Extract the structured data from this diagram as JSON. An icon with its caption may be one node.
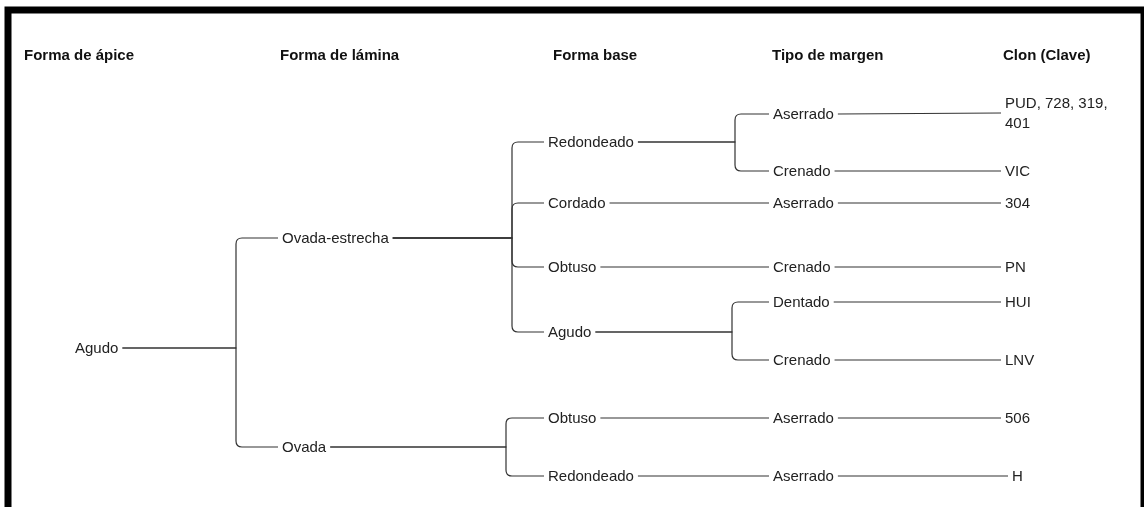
{
  "diagram": {
    "nodes": [
      {
        "text": [
          "Agudo"
        ]
      },
      {
        "text": [
          "Ovada-estrecha"
        ]
      },
      {
        "text": [
          "Ovada"
        ]
      },
      {
        "text": [
          "Redondeado"
        ]
      },
      {
        "text": [
          "Cordado"
        ]
      },
      {
        "text": [
          "Obtuso"
        ]
      },
      {
        "text": [
          "Agudo"
        ]
      },
      {
        "text": [
          "Obtuso"
        ]
      },
      {
        "text": [
          "Redondeado"
        ]
      },
      {
        "text": [
          "Aserrado"
        ]
      },
      {
        "text": [
          "Crenado"
        ]
      },
      {
        "text": [
          "Aserrado"
        ]
      },
      {
        "text": [
          "Crenado"
        ]
      },
      {
        "text": [
          "Dentado"
        ]
      },
      {
        "text": [
          "Crenado"
        ]
      },
      {
        "text": [
          "Aserrado"
        ]
      },
      {
        "text": [
          "Aserrado"
        ]
      },
      {
        "text": [
          "PUD, 728, 319, 401"
        ]
      },
      {
        "text": [
          "VIC"
        ]
      },
      {
        "text": [
          "304"
        ]
      },
      {
        "text": [
          "PN"
        ]
      },
      {
        "text": [
          "HUI"
        ]
      },
      {
        "text": [
          "LNV"
        ]
      },
      {
        "text": [
          "506"
        ]
      },
      {
        "text": [
          "H"
        ]
      }
    ],
    "edges": [
      {
        "from": 0,
        "to": 1,
        "arrow": "none"
      },
      {
        "from": 0,
        "to": 2,
        "arrow": "none"
      },
      {
        "from": 1,
        "to": 3,
        "arrow": "none"
      },
      {
        "from": 1,
        "to": 4,
        "arrow": "none"
      },
      {
        "from": 1,
        "to": 5,
        "arrow": "none"
      },
      {
        "from": 1,
        "to": 6,
        "arrow": "none"
      },
      {
        "from": 2,
        "to": 7,
        "arrow": "none"
      },
      {
        "from": 2,
        "to": 8,
        "arrow": "none"
      },
      {
        "from": 3,
        "to": 9,
        "arrow": "none"
      },
      {
        "from": 3,
        "to": 10,
        "arrow": "none"
      },
      {
        "from": 4,
        "to": 11,
        "arrow": "none"
      },
      {
        "from": 5,
        "to": 12,
        "arrow": "none"
      },
      {
        "from": 6,
        "to": 13,
        "arrow": "none"
      },
      {
        "from": 6,
        "to": 14,
        "arrow": "none"
      },
      {
        "from": 7,
        "to": 15,
        "arrow": "none"
      },
      {
        "from": 8,
        "to": 16,
        "arrow": "none"
      },
      {
        "from": 9,
        "to": 17,
        "arrow": "none"
      },
      {
        "from": 10,
        "to": 18,
        "arrow": "none"
      },
      {
        "from": 11,
        "to": 19,
        "arrow": "none"
      },
      {
        "from": 12,
        "to": 20,
        "arrow": "none"
      },
      {
        "from": 13,
        "to": 21,
        "arrow": "none"
      },
      {
        "from": 14,
        "to": 22,
        "arrow": "none"
      },
      {
        "from": 15,
        "to": 23,
        "arrow": "none"
      },
      {
        "from": 16,
        "to": 24,
        "arrow": "none"
      }
    ],
    "labels": [
      "Forma de ápice",
      "Forma de lámina",
      "Forma base",
      "Tipo de margen",
      "Clon (Clave)"
    ]
  }
}
